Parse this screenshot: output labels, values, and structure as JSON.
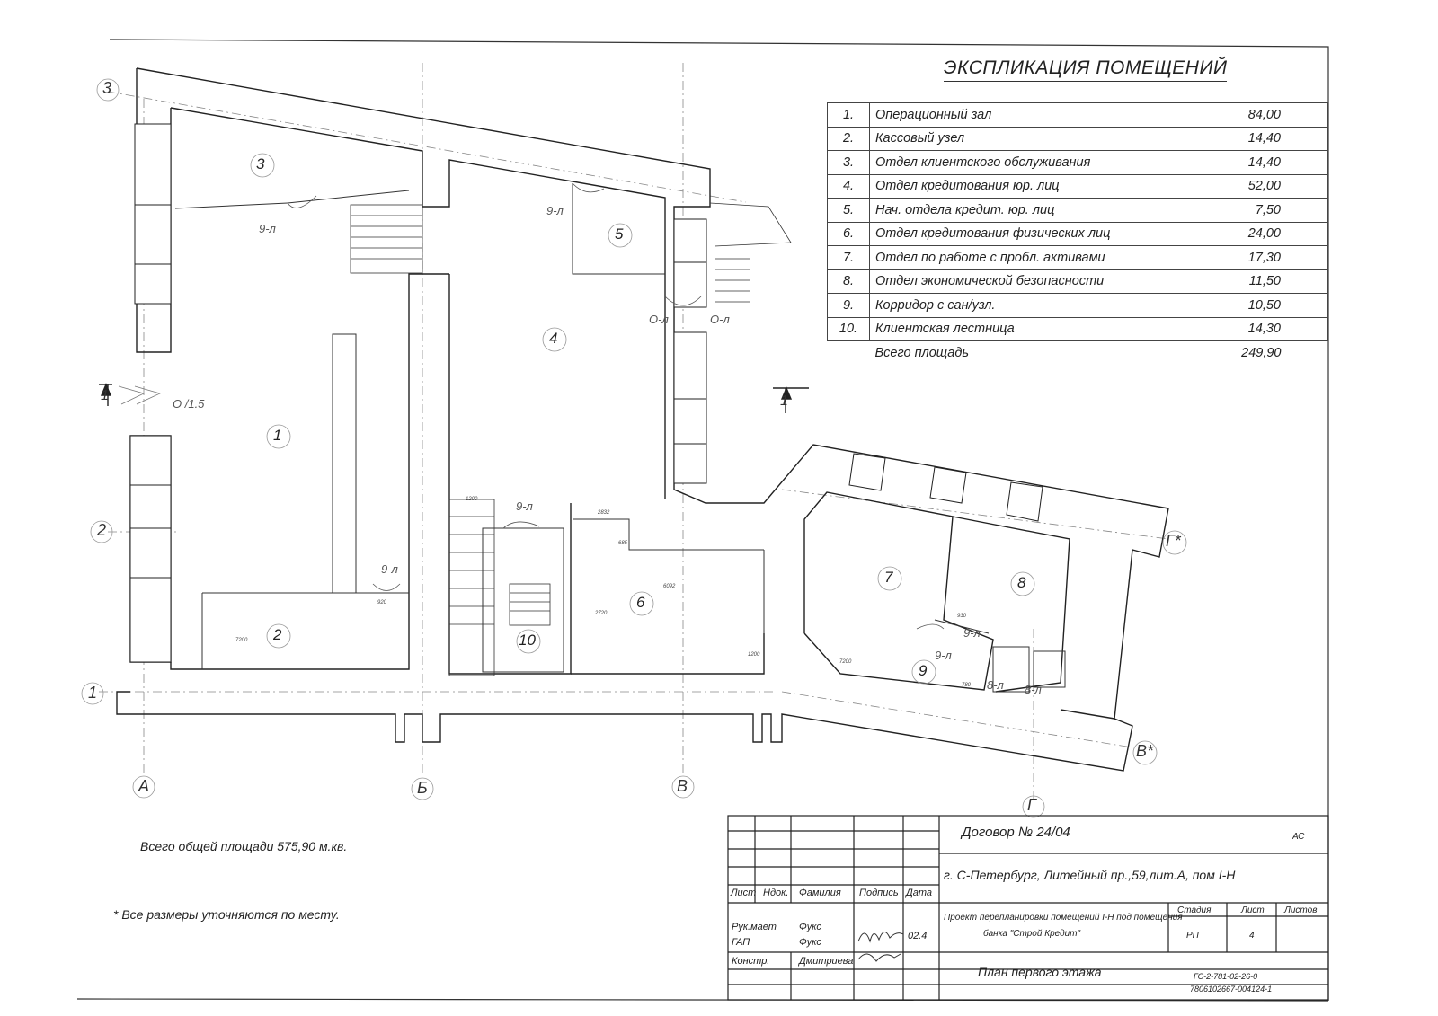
{
  "explication": {
    "title": "ЭКСПЛИКАЦИЯ ПОМЕЩЕНИЙ",
    "rooms": [
      {
        "num": "1.",
        "name": "Операционный зал",
        "area": "84,00"
      },
      {
        "num": "2.",
        "name": "Кассовый узел",
        "area": "14,40"
      },
      {
        "num": "3.",
        "name": "Отдел клиентского обслуживания",
        "area": "14,40"
      },
      {
        "num": "4.",
        "name": "Отдел кредитования юр. лиц",
        "area": "52,00"
      },
      {
        "num": "5.",
        "name": "Нач. отдела кредит. юр. лиц",
        "area": "7,50"
      },
      {
        "num": "6.",
        "name": "Отдел кредитования физических лиц",
        "area": "24,00"
      },
      {
        "num": "7.",
        "name": "Отдел по работе с пробл. активами",
        "area": "17,30"
      },
      {
        "num": "8.",
        "name": "Отдел экономической безопасности",
        "area": "11,50"
      },
      {
        "num": "9.",
        "name": "Корридор с сан/узл.",
        "area": "10,50"
      },
      {
        "num": "10.",
        "name": "Клиентская лестница",
        "area": "14,30"
      }
    ],
    "total_label": "Всего площадь",
    "total_value": "249,90"
  },
  "notes": {
    "total_area": "Всего общей площади 575,90 м.кв.",
    "dimensions_note": "* Все размеры уточняются по месту."
  },
  "plan": {
    "room_numbers": [
      "1",
      "2",
      "3",
      "4",
      "5",
      "6",
      "7",
      "8",
      "9",
      "10"
    ],
    "door_marks": {
      "d9": "9-л",
      "d0": "О-л",
      "d8": "8-л",
      "slope": "О /1.5"
    },
    "section_mark": "1",
    "axis_letters": {
      "a": "А",
      "b": "Б",
      "v": "В",
      "g": "Г",
      "v_star": "В*",
      "g_star": "Г*"
    },
    "axis_numbers": {
      "one": "1",
      "two": "2",
      "three": "3"
    },
    "dims": {
      "d1": "2832",
      "d2": "6092",
      "d3": "2720",
      "d4": "7200",
      "d5": "920",
      "d6": "1200",
      "d7": "930",
      "d8": "685",
      "d9": "1200",
      "d10": "7200",
      "d11": "780"
    }
  },
  "stamp": {
    "contract": "Договор №  24/04",
    "corner_code": "АС",
    "address": "г. С-Петербург, Литейный пр.,59,лит.А, пом I-Н",
    "headers": {
      "sheet": "Лист",
      "doc": "Ндок.",
      "surname": "Фамилия",
      "signature": "Подпись",
      "date": "Дата"
    },
    "roles": [
      {
        "role": "Рук.мает",
        "name": "Фукс"
      },
      {
        "role": "ГАП",
        "name": "Фукс"
      },
      {
        "role": "Констр.",
        "name": "Дмитриева"
      }
    ],
    "signature_date": "02.4",
    "project": "Проект перепланировки помещений I-Н под помещения",
    "project_bank": "банка \"Строй Кредит\"",
    "col_stage": "Стадия",
    "col_sheet": "Лист",
    "col_sheets": "Листов",
    "stage_value": "РП",
    "sheet_value": "4",
    "plan_title": "План первого этажа",
    "code1": "ГС-2-781-02-26-0",
    "code2": "7806102667-004124-1"
  }
}
